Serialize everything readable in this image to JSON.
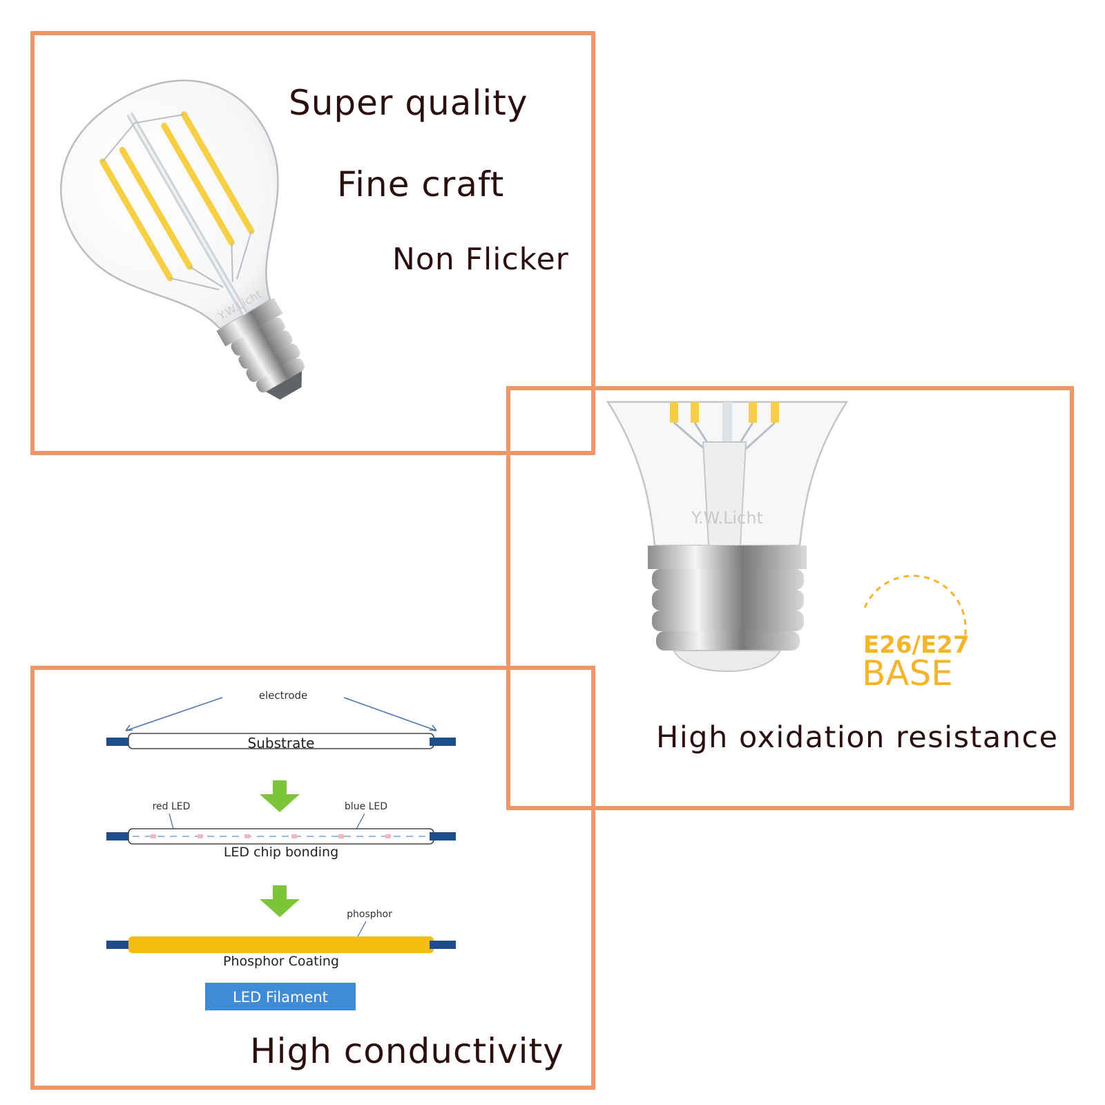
{
  "features": {
    "super_quality": "Super quality",
    "fine_craft": "Fine craft",
    "non_flicker": "Non Flicker",
    "oxidation": "High oxidation resistance",
    "conductivity": "High conductivity"
  },
  "brand": {
    "watermark": "Y.W.Licht"
  },
  "base_badge": {
    "type": "E26/E27",
    "label": "BASE"
  },
  "diagram": {
    "electrode": "electrode",
    "substrate": "Substrate",
    "red_led": "red LED",
    "blue_led": "blue LED",
    "chip_bonding": "LED chip bonding",
    "phosphor": "phosphor",
    "phosphor_coating": "Phosphor Coating",
    "filament": "LED Filament"
  },
  "colors": {
    "frame": "#f0976a",
    "heading": "#2b0f0f",
    "filament": "#f7cf45",
    "badge": "#f5b52a",
    "arrow": "#7cc43a",
    "electrode": "#1e4d8c",
    "filament_box": "#3f8bd8"
  }
}
